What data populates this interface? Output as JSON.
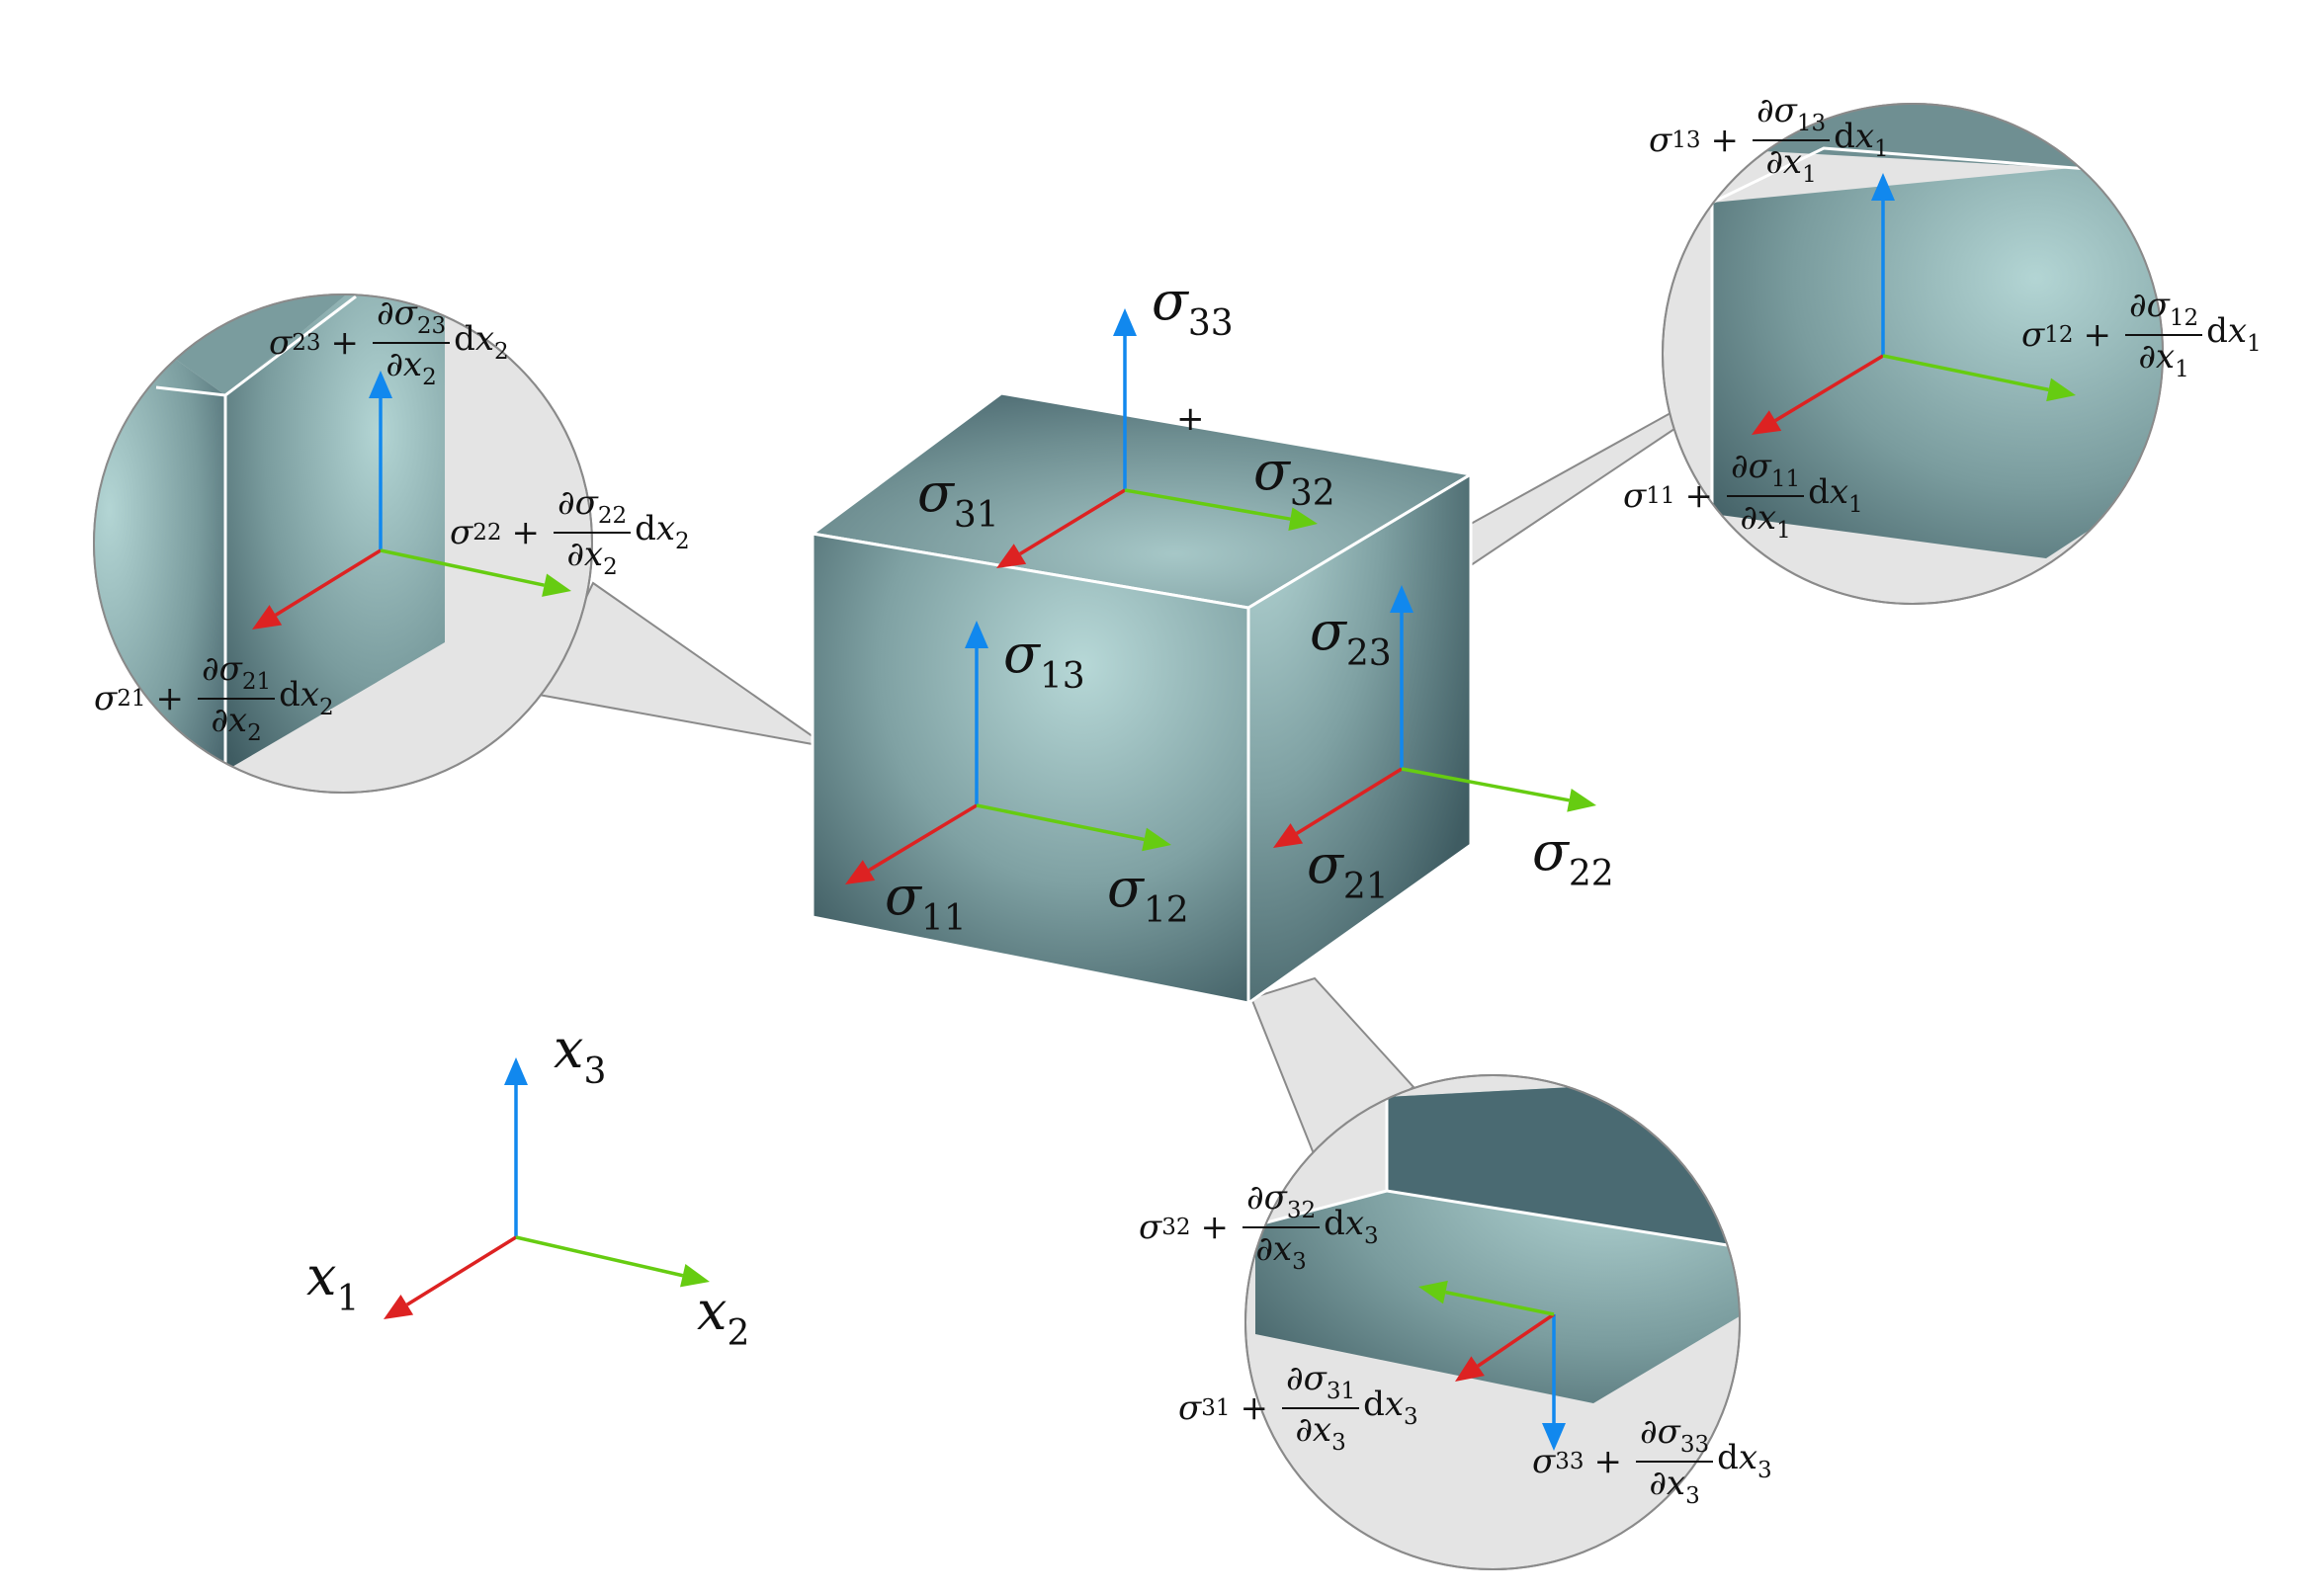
{
  "colors": {
    "axis_1": "#dd2222",
    "axis_2": "#66cc11",
    "axis_3": "#1188ee",
    "cube_light": "#b6d7d6",
    "cube_dark": "#3d5a60",
    "callout_fill": "#e4e4e4",
    "callout_stroke": "#8a8a8a"
  },
  "coordinate_frame": {
    "x1": {
      "sym": "x",
      "sub": "1"
    },
    "x2": {
      "sym": "x",
      "sub": "2"
    },
    "x3": {
      "sym": "x",
      "sub": "3"
    }
  },
  "cube_labels": {
    "front": [
      {
        "sym": "σ",
        "sub": "13"
      },
      {
        "sym": "σ",
        "sub": "11"
      },
      {
        "sym": "σ",
        "sub": "12"
      }
    ],
    "right": [
      {
        "sym": "σ",
        "sub": "23"
      },
      {
        "sym": "σ",
        "sub": "21"
      },
      {
        "sym": "σ",
        "sub": "22"
      }
    ],
    "top": [
      {
        "sym": "σ",
        "sub": "33"
      },
      {
        "sym": "σ",
        "sub": "31"
      },
      {
        "sym": "σ",
        "sub": "32"
      }
    ],
    "top_plus": "+"
  },
  "callouts": {
    "left": [
      {
        "sub": "23",
        "op": "+",
        "num_sub": "23",
        "den": "x",
        "den_sub": "2",
        "dx": "d",
        "dx_var": "x",
        "dx_sub": "2"
      },
      {
        "sub": "22",
        "op": "+",
        "num_sub": "22",
        "den": "x",
        "den_sub": "2",
        "dx": "d",
        "dx_var": "x",
        "dx_sub": "2"
      },
      {
        "sub": "21",
        "op": "+",
        "num_sub": "21",
        "den": "x",
        "den_sub": "2",
        "dx": "d",
        "dx_var": "x",
        "dx_sub": "2"
      }
    ],
    "right": [
      {
        "sub": "13",
        "op": "+",
        "num_sub": "13",
        "den": "x",
        "den_sub": "1",
        "dx": "d",
        "dx_var": "x",
        "dx_sub": "1"
      },
      {
        "sub": "12",
        "op": "+",
        "num_sub": "12",
        "den": "x",
        "den_sub": "1",
        "dx": "d",
        "dx_var": "x",
        "dx_sub": "1"
      },
      {
        "sub": "11",
        "op": "+",
        "num_sub": "11",
        "den": "x",
        "den_sub": "1",
        "dx": "d",
        "dx_var": "x",
        "dx_sub": "1"
      }
    ],
    "bottom": [
      {
        "sub": "32",
        "op": "+",
        "num_sub": "32",
        "den": "x",
        "den_sub": "3",
        "dx": "d",
        "dx_var": "x",
        "dx_sub": "3"
      },
      {
        "sub": "31",
        "op": "+",
        "num_sub": "31",
        "den": "x",
        "den_sub": "3",
        "dx": "d",
        "dx_var": "x",
        "dx_sub": "3"
      },
      {
        "sub": "33",
        "op": "+",
        "num_sub": "33",
        "den": "x",
        "den_sub": "3",
        "dx": "d",
        "dx_var": "x",
        "dx_sub": "3"
      }
    ],
    "sigma": "σ",
    "partial": "∂"
  }
}
